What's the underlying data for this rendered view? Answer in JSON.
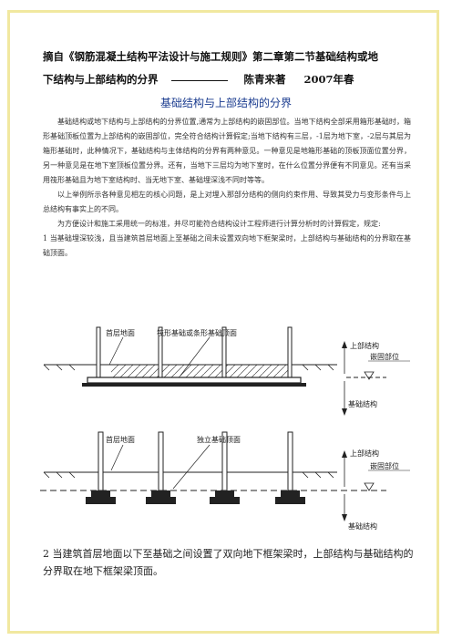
{
  "header": {
    "line1": "摘自《钢筋混凝土结构平法设计与施工规则》第二章第二节基础结构或地",
    "line2_main": "下结构与上部结构的分界",
    "author": "陈青来著",
    "date": "2007年春"
  },
  "title": "基础结构与上部结构的分界",
  "paragraphs": [
    "基础结构或地下结构与上部结构的分界位置,通常为上部结构的嵌固部位。当地下结构全部采用箱形基础时，箱形基础顶板位置为上部结构的嵌固部位，完全符合结构计算假定;当地下结构有三层，-1层为地下室，-2层与其层为箱形基础时，此种情况下，基础结构与主体结构的分界有两种意见。一种意见是地箱形基础的顶板顶面位置分界，另一种意见是在地下室顶板位置分界。还有，当地下三层均为地下室时，在什么位置分界便有不同意见。还有当采用筏形基础且为地下室结构时、当无地下室、基础埋深浅不同时等等。",
    "以上举例所示各种意见相左的核心问题，是上对埋入那部分结构的侧向约束作用、导致其受力与变形条件与上总结构有事实上的不同。",
    "为方便设计和施工采用统一的标准，并尽可能符合结构设计工程师进行计算分析时的计算假定，规定:"
  ],
  "item1": "1 当基础埋深较浅，且当建筑首层地面上至基础之间未设置双向地下框架梁时，上部结构与基础结构的分界取在基础顶面。",
  "diagram": {
    "top": {
      "label_floor": "首层地面",
      "label_raft": "筏形基础或条形基础顶面",
      "label_upper": "上部结构",
      "label_embed": "嵌固部位",
      "label_foundation": "基础结构"
    },
    "bottom": {
      "label_floor": "首层地面",
      "label_isolated": "独立基础顶面",
      "label_upper": "上部结构",
      "label_embed": "嵌固部位",
      "label_foundation": "基础结构"
    }
  },
  "item2": "2 当建筑首层地面以下至基础之间设置了双向地下框架梁时，上部结构与基础结构的分界取在地下框架梁顶面。"
}
